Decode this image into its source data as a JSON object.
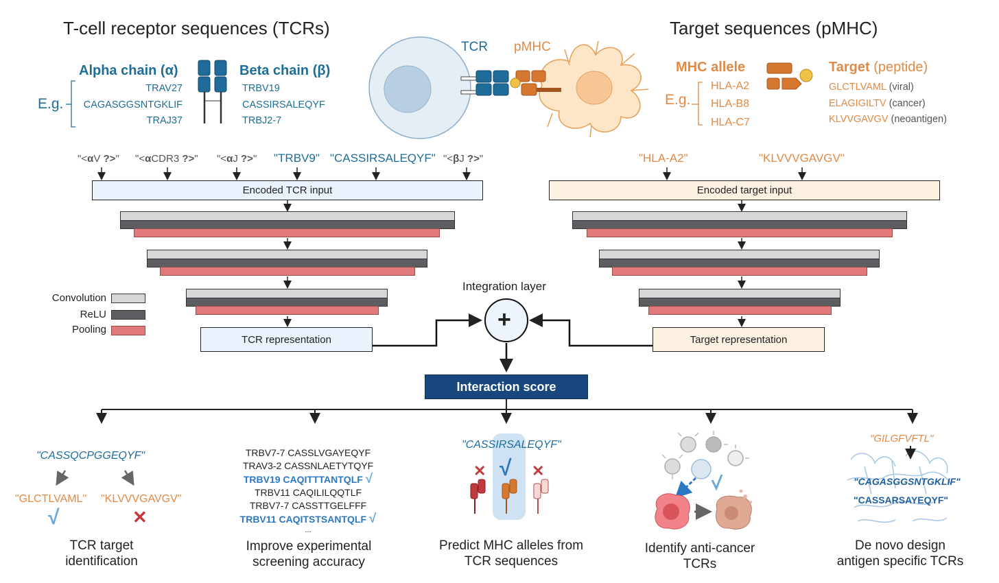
{
  "header": {
    "tcr_title": "T-cell receptor sequences (TCRs)",
    "target_title": "Target sequences (pMHC)"
  },
  "tcr": {
    "alpha_title": "Alpha chain (α)",
    "beta_title": "Beta chain (β)",
    "eg": "E.g.",
    "alpha": [
      "TRAV27",
      "CAGASGGSNTGKLIF",
      "TRAJ37"
    ],
    "beta": [
      "TRBV19",
      "CASSIRSALEQYF",
      "TRBJ2-7"
    ]
  },
  "cell": {
    "tcr_label": "TCR",
    "pmhc_label": "pMHC"
  },
  "target": {
    "mhc_title": "MHC allele",
    "target_title": "Target",
    "target_suffix": "(peptide)",
    "eg": "E.g.",
    "alleles": [
      "HLA-A2",
      "HLA-B8",
      "HLA-C7"
    ],
    "peptides": [
      {
        "seq": "GLCTLVAML",
        "note": "(viral)"
      },
      {
        "seq": "ELAGIGILTV",
        "note": "(cancer)"
      },
      {
        "seq": "KLVVGAVGV",
        "note": "(neoantigen)"
      }
    ]
  },
  "tcr_inputs": [
    {
      "pre": "\"<",
      "sym": "α",
      "mid": "V ",
      "q": "?>",
      "post": "\""
    },
    {
      "pre": "\"<",
      "sym": "α",
      "mid": "CDR3 ",
      "q": "?>",
      "post": "\""
    },
    {
      "pre": "\"<",
      "sym": "α",
      "mid": "J ",
      "q": "?>",
      "post": "\""
    },
    {
      "text": "\"TRBV9\""
    },
    {
      "text": "\"CASSIRSALEQYF\""
    },
    {
      "pre": "\"<",
      "sym": "β",
      "mid": "J ",
      "q": "?>",
      "post": "\""
    }
  ],
  "target_inputs": [
    "\"HLA-A2\"",
    "\"KLVVVGAVGV\""
  ],
  "network": {
    "encoded_tcr": "Encoded TCR input",
    "encoded_target": "Encoded target input",
    "tcr_repr": "TCR representation",
    "target_repr": "Target representation",
    "integration": "Integration layer",
    "plus": "+",
    "score": "Interaction score",
    "legend": [
      "Convolution",
      "ReLU",
      "Pooling"
    ]
  },
  "colors": {
    "blue": "#1e6d97",
    "orange": "#e08a45",
    "score_bg": "#17477c",
    "tcr_box": "#eaf3fb",
    "target_box": "#fdf1e2",
    "pooling": "#e07a7a",
    "relu": "#5d5e61",
    "convolution": "#d6d7d9",
    "check": "#6aa8d8",
    "cross": "#c0393b"
  },
  "apps": {
    "a1": {
      "query": "\"CASSQCPGGEQYF\"",
      "t1": "\"GLCTLVAML\"",
      "t2": "\"KLVVVGAVGV\"",
      "title": [
        "TCR target",
        "identification"
      ]
    },
    "a2": {
      "lines": [
        {
          "text": "TRBV7-7 CASSLVGAYEQYF",
          "hit": false
        },
        {
          "text": "TRAV3-2 CASSNLAETYTQYF",
          "hit": false
        },
        {
          "text": "TRBV19 CAQITTTANTQLF",
          "hit": true
        },
        {
          "text": "TRBV11 CAQILILQQTLF",
          "hit": false
        },
        {
          "text": "TRBV7-7 CASSTTGELFFF",
          "hit": false
        },
        {
          "text": "TRBV11 CAQITSTSANTQLF",
          "hit": true
        },
        {
          "text": "...",
          "hit": false
        }
      ],
      "title": [
        "Improve experimental",
        "screening accuracy"
      ]
    },
    "a3": {
      "query": "\"CASSIRSALEQYF\"",
      "title": [
        "Predict MHC alleles from",
        "TCR sequences"
      ]
    },
    "a4": {
      "title": [
        "Identify anti-cancer",
        "TCRs"
      ]
    },
    "a5": {
      "target": "\"GILGFVFTL\"",
      "seq1": "\"CAGASGGSNTGKLIF\"",
      "seq2": "\"CASSARSAYEQYF\"",
      "title": [
        "De novo design",
        "antigen specific TCRs"
      ]
    }
  },
  "icons": {
    "check": "√",
    "cross": "✕"
  }
}
